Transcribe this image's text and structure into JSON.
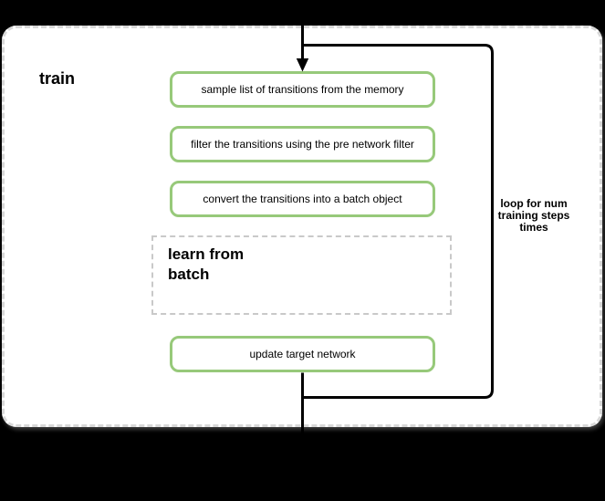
{
  "diagram": {
    "container": {
      "label": "train"
    },
    "steps": [
      {
        "label": "sample list of transitions from the memory"
      },
      {
        "label": "filter the transitions using the pre network filter"
      },
      {
        "label": "convert the transitions into a batch object"
      }
    ],
    "sub_process": {
      "label": "learn from batch"
    },
    "final_step": {
      "label": "update target network"
    },
    "loop_annotation": {
      "label": "loop for num training steps times"
    },
    "colors": {
      "background": "#000000",
      "container_fill": "#ffffff",
      "container_border": "#d8d8d8",
      "step_border": "#97c97a",
      "step_fill": "#ffffff",
      "subprocess_border": "#c9c9c9",
      "connector": "#000000",
      "text": "#000000"
    }
  }
}
